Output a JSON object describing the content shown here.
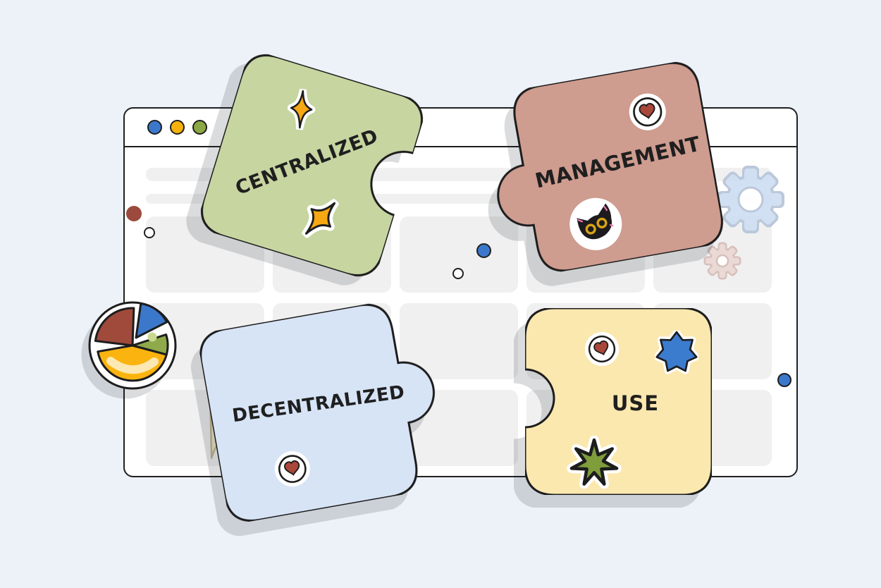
{
  "scene": {
    "description": "Flat illustration: browser window with four interlocking puzzle pieces",
    "background_color": "#edf2f9"
  },
  "browser_window": {
    "border_color": "#1f1f1f",
    "traffic_lights": [
      {
        "name": "blue-dot",
        "color": "#3b78cc"
      },
      {
        "name": "yellow-dot",
        "color": "#f5b20d"
      },
      {
        "name": "green-dot",
        "color": "#8ba844"
      }
    ],
    "grid": {
      "rows": 3,
      "columns": 5,
      "cell_color": "#f0f0f1"
    }
  },
  "puzzle_pieces": [
    {
      "label": "CENTRALIZED",
      "color": "#c7d5a1",
      "stickers": [
        "sparkle",
        "sparkle"
      ]
    },
    {
      "label": "MANAGEMENT",
      "color": "#cf9c90",
      "stickers": [
        "heart-badge",
        "black-cat"
      ]
    },
    {
      "label": "DECENTRALIZED",
      "color": "#d7e4f6",
      "stickers": [
        "heart-badge"
      ]
    },
    {
      "label": "USE",
      "color": "#fbe8af",
      "stickers": [
        "heart-badge",
        "blue-burst",
        "green-splat"
      ]
    }
  ],
  "decorations": {
    "pie_chart_slice_colors": [
      "#a04a3c",
      "#3b78cc",
      "#8faa4b",
      "#fbb40f"
    ],
    "gear_colors": [
      "#cfdff3",
      "#ead8d4"
    ],
    "scatter_dots": [
      "dark-red",
      "white",
      "white",
      "blue",
      "blue"
    ],
    "sticker_colors": {
      "sparkle": "#f6a712",
      "burst": "#3b7ccf",
      "splat": "#7f9d3b",
      "heart": "#a8473a"
    }
  }
}
